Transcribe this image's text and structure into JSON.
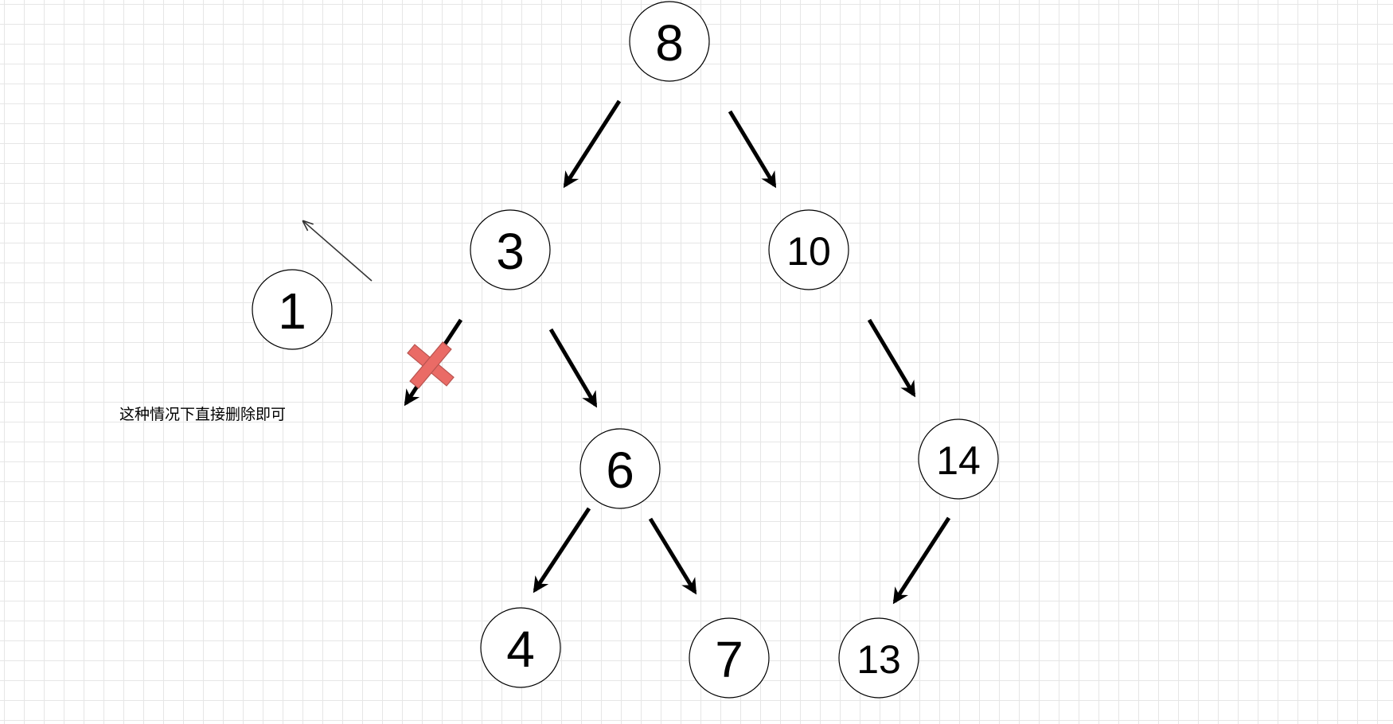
{
  "nodes": {
    "n8": "8",
    "n3": "3",
    "n10": "10",
    "n1": "1",
    "n6": "6",
    "n14": "14",
    "n4": "4",
    "n7": "7",
    "n13": "13"
  },
  "annotation": {
    "note": "这种情况下直接删除即可"
  },
  "colors": {
    "cross_mark": "#EA6B66",
    "grid": "#E6E6E6"
  }
}
